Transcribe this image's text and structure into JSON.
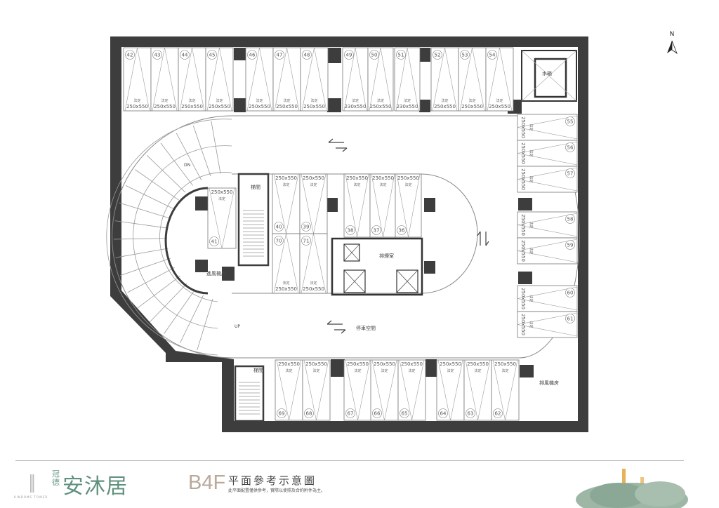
{
  "compass": {
    "label": "N"
  },
  "rooms": {
    "water_tank": "水箱",
    "stair_1": "梯間",
    "stair_2": "梯間",
    "intake_fan": "進風機房",
    "exhaust_fan": "排風機房",
    "smoke_room": "排煙室",
    "parking_space": "停車空間",
    "ramp_down": "DN",
    "ramp_up": "UP"
  },
  "stall_tag": "法定",
  "stalls": {
    "top": [
      {
        "no": "42",
        "size": "250x550"
      },
      {
        "no": "43",
        "size": "250x550"
      },
      {
        "no": "44",
        "size": "250x550"
      },
      {
        "no": "45",
        "size": "250x550"
      },
      {
        "no": "46",
        "size": "250x550"
      },
      {
        "no": "47",
        "size": "250x550"
      },
      {
        "no": "48",
        "size": "250x550"
      },
      {
        "no": "49",
        "size": "230x550"
      },
      {
        "no": "50",
        "size": "250x550"
      },
      {
        "no": "51",
        "size": "230x550"
      },
      {
        "no": "52",
        "size": "250x550"
      },
      {
        "no": "53",
        "size": "250x550"
      },
      {
        "no": "54",
        "size": "250x550"
      }
    ],
    "right": [
      {
        "no": "55",
        "size": "250x550"
      },
      {
        "no": "56",
        "size": "250x550"
      },
      {
        "no": "57",
        "size": "250x550"
      },
      {
        "no": "58",
        "size": "250x550"
      },
      {
        "no": "59",
        "size": "250x550"
      },
      {
        "no": "60",
        "size": "250x550"
      },
      {
        "no": "61",
        "size": "250x550"
      }
    ],
    "bottom": [
      {
        "no": "69",
        "size": "250x550"
      },
      {
        "no": "68",
        "size": "250x550"
      },
      {
        "no": "67",
        "size": "250x550"
      },
      {
        "no": "66",
        "size": "250x550"
      },
      {
        "no": "65",
        "size": "250x550"
      },
      {
        "no": "64",
        "size": "250x550"
      },
      {
        "no": "63",
        "size": "250x550"
      },
      {
        "no": "62",
        "size": "250x550"
      }
    ],
    "island_top": [
      {
        "no": "40",
        "size": "250x550"
      },
      {
        "no": "39",
        "size": "250x550"
      },
      {
        "no": "38",
        "size": "250x550"
      },
      {
        "no": "37",
        "size": "230x550"
      },
      {
        "no": "36",
        "size": "250x550"
      }
    ],
    "island_bottom": [
      {
        "no": "70",
        "size": "250x550"
      },
      {
        "no": "71",
        "size": "250x550"
      }
    ],
    "single": [
      {
        "no": "41",
        "size": "250x550"
      }
    ]
  },
  "footer": {
    "brand_small": "冠德",
    "brand_main": "安沐居",
    "brand_en": "KINDOMS TOWER",
    "floor": "B4F",
    "title": "平面參考示意圖",
    "note": "此平面配置僅供參考，實際以使照及合約附件為主。"
  },
  "colors": {
    "wall": "#3d3d3d",
    "line": "#777777",
    "brand": "#5f917c",
    "floor": "#b9a99a"
  }
}
